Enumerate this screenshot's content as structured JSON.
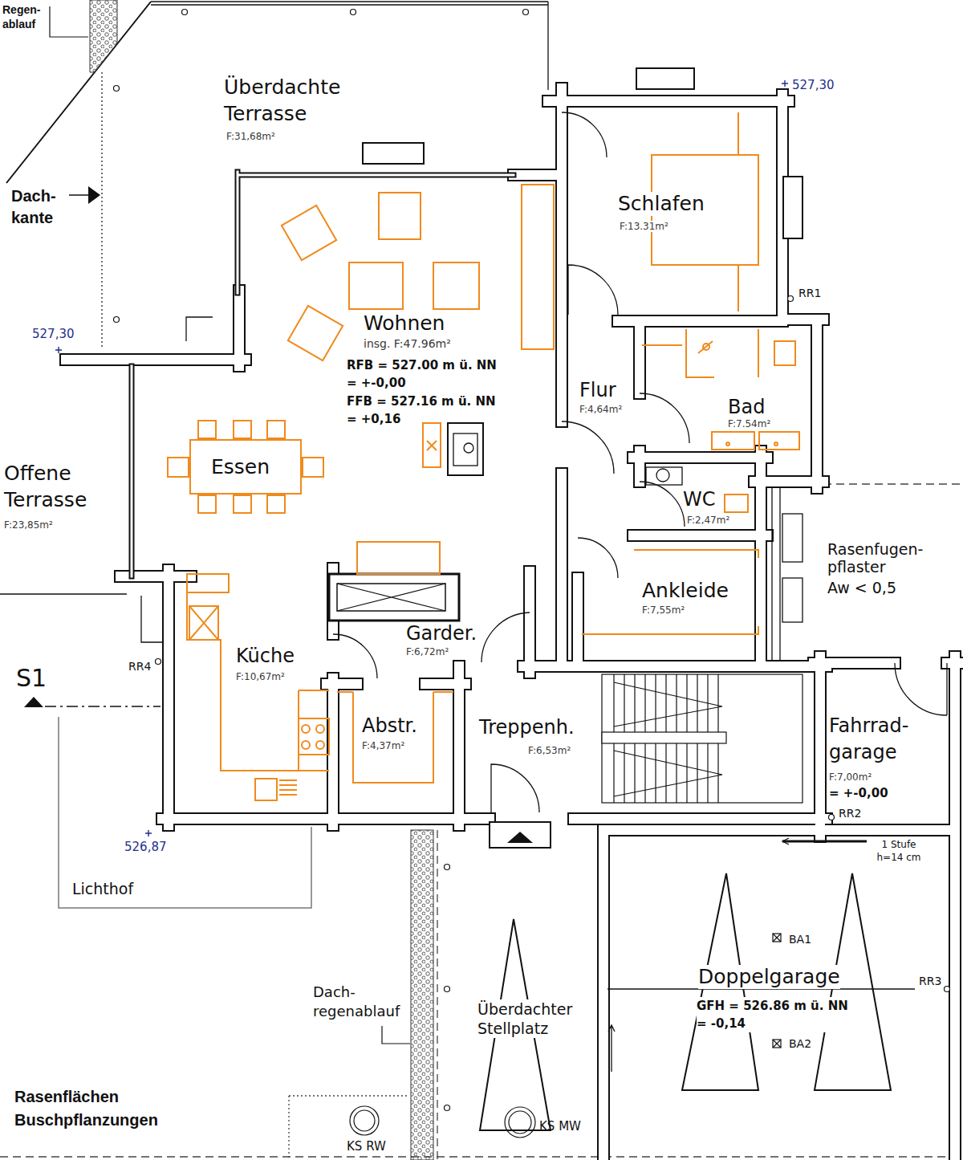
{
  "diagram": {
    "nodes": [
      {
        "text": [
          "Überdachte Terrasse",
          "F:31,68m²"
        ]
      },
      {
        "text": [
          "Schlafen",
          "F:13.31m²"
        ]
      },
      {
        "text": [
          "Wohnen",
          "insg. F:47.96m²",
          "RFB = 527.00 m ü. NN = +-0,00",
          "FFB = 527.16 m ü. NN = +0,16"
        ]
      },
      {
        "text": [
          "Flur",
          "F:4,64m²"
        ]
      },
      {
        "text": [
          "Bad",
          "F:7.54m²"
        ]
      },
      {
        "text": [
          "Offene Terrasse",
          "F:23,85m²"
        ]
      },
      {
        "text": [
          "WC",
          "F:2,47m²"
        ]
      },
      {
        "text": [
          "Ankleide",
          "F:7,55m²"
        ]
      },
      {
        "text": [
          "Garder.",
          "F:6,72m²"
        ]
      },
      {
        "text": [
          "Küche",
          "F:10,67m²"
        ]
      },
      {
        "text": [
          "Abstr.",
          "F:4,37m²"
        ]
      },
      {
        "text": [
          "Treppenh.",
          "F:6,53m²"
        ]
      },
      {
        "text": [
          "Fahrrad- garage",
          "F:7,00m²",
          "= +-0,00"
        ]
      },
      {
        "text": [
          "Lichthof"
        ]
      },
      {
        "text": [
          "Doppelgarage",
          "GFH = 526.86 m ü. NN = -0,14"
        ]
      },
      {
        "text": [
          "Überdachter Stellplatz"
        ]
      }
    ],
    "edges": [],
    "labels": [
      "Regen- ablauf",
      "527,30",
      "Dach- kante",
      "RR1",
      "527,30",
      "Essen",
      "Rasenfugen- pflaster",
      "Aw < 0,5",
      "RR4",
      "S1",
      "RR2",
      "526,87",
      "1 Stufe h=14 cm",
      "BA1",
      "RR3",
      "Dach- regenablauf",
      "BA2",
      "Rasenflächen Buschpflanzungen",
      "KS MW",
      "KS RW"
    ]
  }
}
